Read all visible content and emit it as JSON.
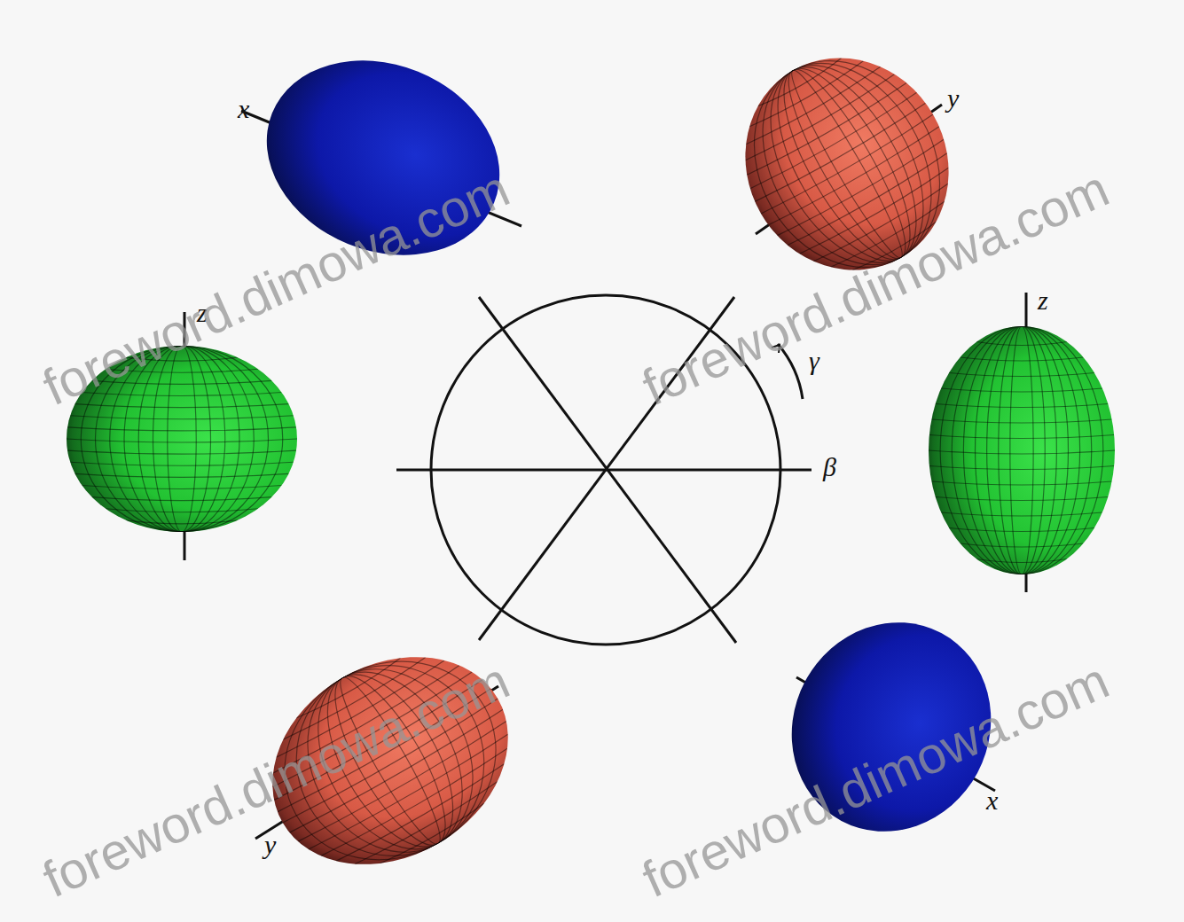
{
  "diagram": {
    "labels": [
      "x",
      "y",
      "z",
      "z",
      "y",
      "x",
      "γ",
      "β",
      "foreword.dimowa.com",
      "foreword.dimowa.com",
      "foreword.dimowa.com",
      "foreword.dimowa.com"
    ]
  }
}
